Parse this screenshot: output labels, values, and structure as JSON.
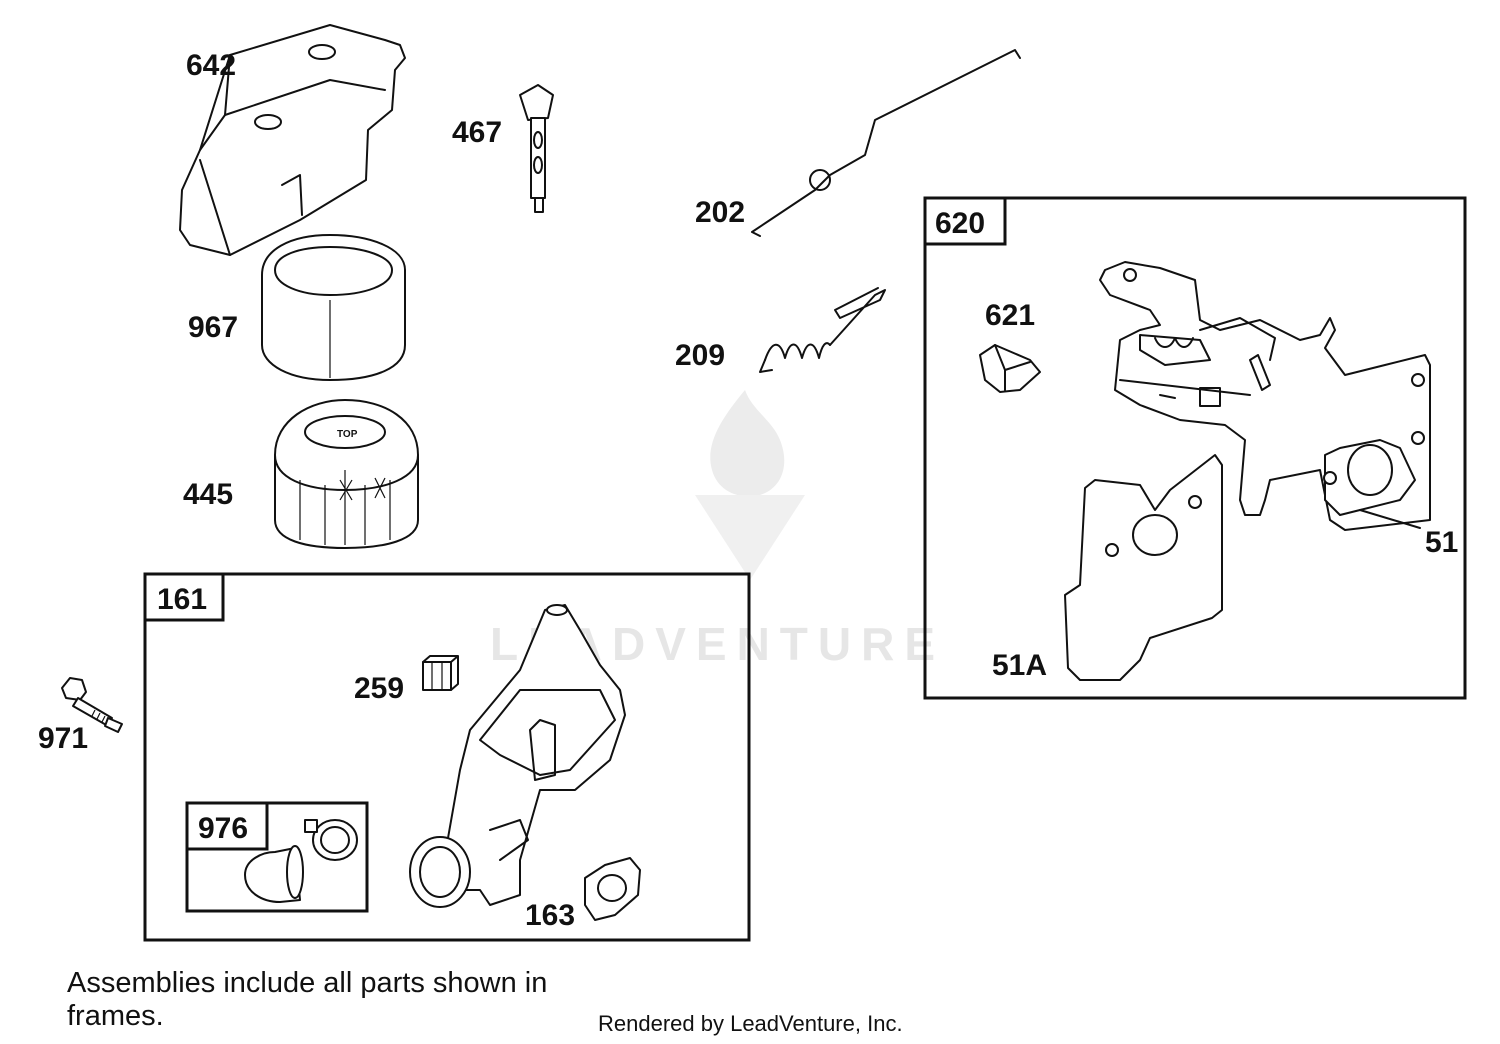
{
  "callouts": {
    "c642": "642",
    "c467": "467",
    "c202": "202",
    "c967": "967",
    "c209": "209",
    "c445": "445",
    "c620": "620",
    "c621": "621",
    "c51": "51",
    "c51a": "51A",
    "c161": "161",
    "c259": "259",
    "c971": "971",
    "c976": "976",
    "c163": "163"
  },
  "notes": {
    "line1": "Assemblies include all parts shown in",
    "line2": "frames.",
    "credit": "Rendered by LeadVenture, Inc."
  },
  "watermark": {
    "text": "LEADVENTURE"
  },
  "filter_label": "TOP"
}
